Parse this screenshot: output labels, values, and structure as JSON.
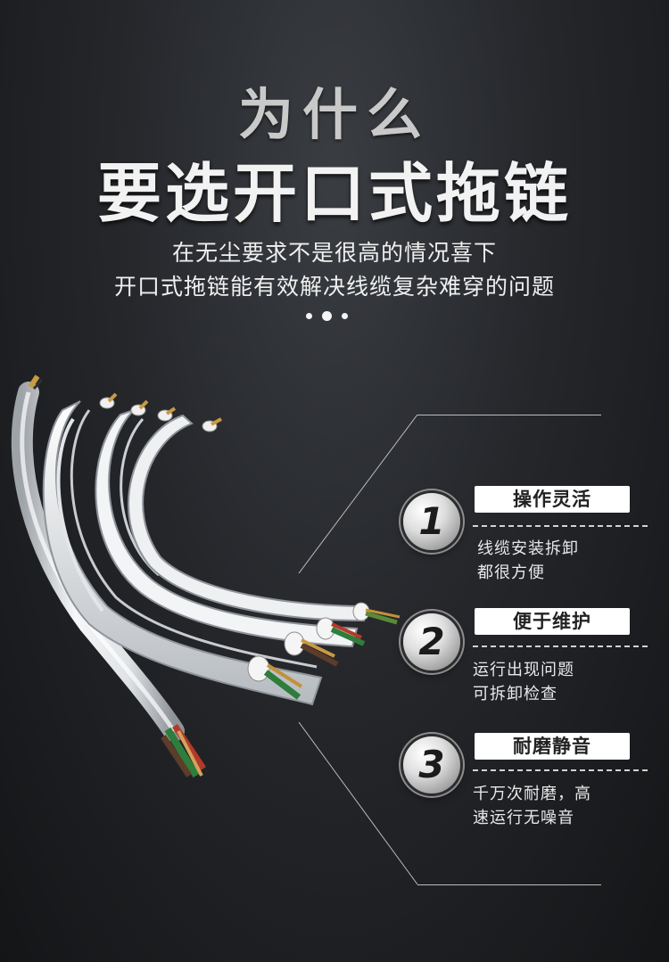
{
  "header": {
    "title_line1": "为什么",
    "title_line2": "要选开口式拖链",
    "subtitle_line1": "在无尘要求不是很高的情况喜下",
    "subtitle_line2": "开口式拖链能有效解决线缆复杂难穿的问题"
  },
  "features": [
    {
      "number": "1",
      "label": "操作灵活",
      "desc_line1": "线缆安装拆卸",
      "desc_line2": "都很方便"
    },
    {
      "number": "2",
      "label": "便于维护",
      "desc_line1": "运行出现问题",
      "desc_line2": "可拆卸检查"
    },
    {
      "number": "3",
      "label": "耐磨静音",
      "desc_line1": "千万次耐磨，高",
      "desc_line2": "速运行无噪音"
    }
  ],
  "colors": {
    "background": "#1e1f22",
    "label_bg": "#ffffff",
    "accent_text": "#f2f2f2"
  }
}
